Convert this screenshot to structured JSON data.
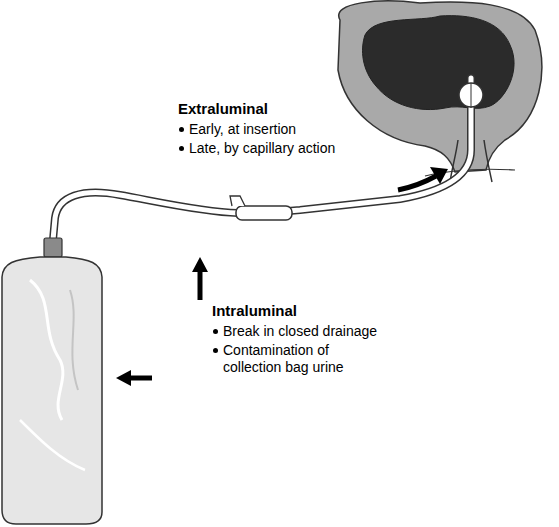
{
  "diagram": {
    "labels": [
      "Extraluminal",
      "Early, at insertion",
      "Late, by capillary action",
      "Intraluminal",
      "Break in closed drainage",
      "Contamination of collection bag urine"
    ]
  }
}
